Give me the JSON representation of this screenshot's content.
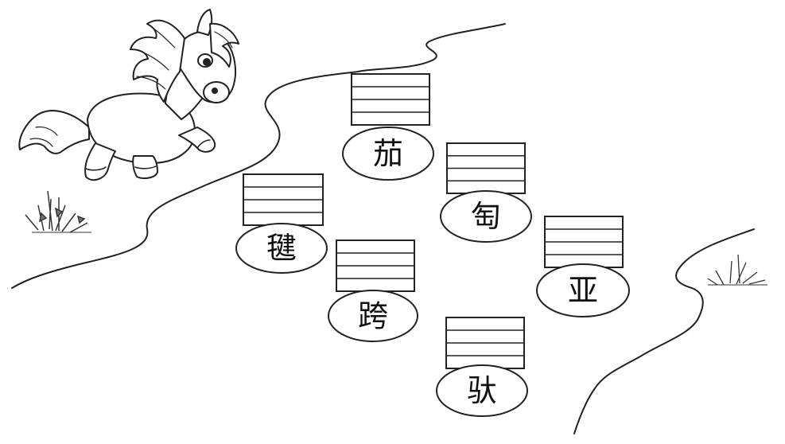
{
  "worksheet": {
    "stones": [
      {
        "character": "茄"
      },
      {
        "character": "匋"
      },
      {
        "character": "毽"
      },
      {
        "character": "亚"
      },
      {
        "character": "跨"
      },
      {
        "character": "驮"
      }
    ]
  }
}
